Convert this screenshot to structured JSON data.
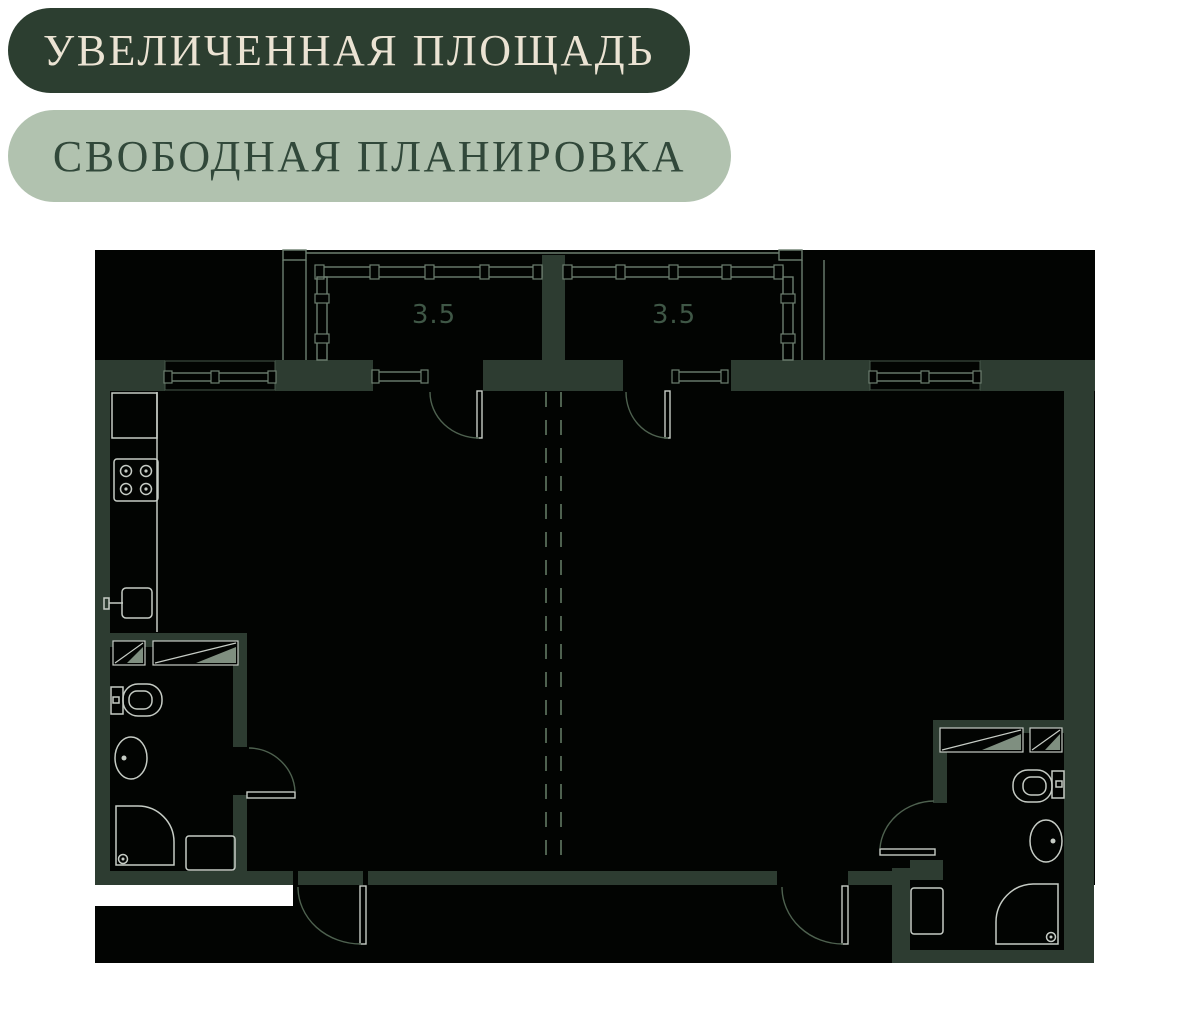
{
  "badges": [
    {
      "label": "УВЕЛИЧЕННАЯ ПЛОЩАДЬ"
    },
    {
      "label": "СВОБОДНАЯ ПЛАНИРОВКА"
    }
  ],
  "floorplan": {
    "balcony_left_area": "3.5",
    "balcony_right_area": "3.5"
  },
  "colors": {
    "page-bg": "#ffffff",
    "badge-dark-bg": "#2c3e30",
    "badge-dark-text": "#ebe3d3",
    "badge-light-bg": "#b1c2af",
    "badge-light-text": "#31483a",
    "plan-bg": "#020402",
    "wall": "#2d3c31",
    "line-mid": "#6d7f70",
    "line-dim": "#46584a",
    "line-light": "#c6ccc5",
    "arc": "#4e614f",
    "flag": "#7f8f80",
    "label": "#3f5746"
  }
}
